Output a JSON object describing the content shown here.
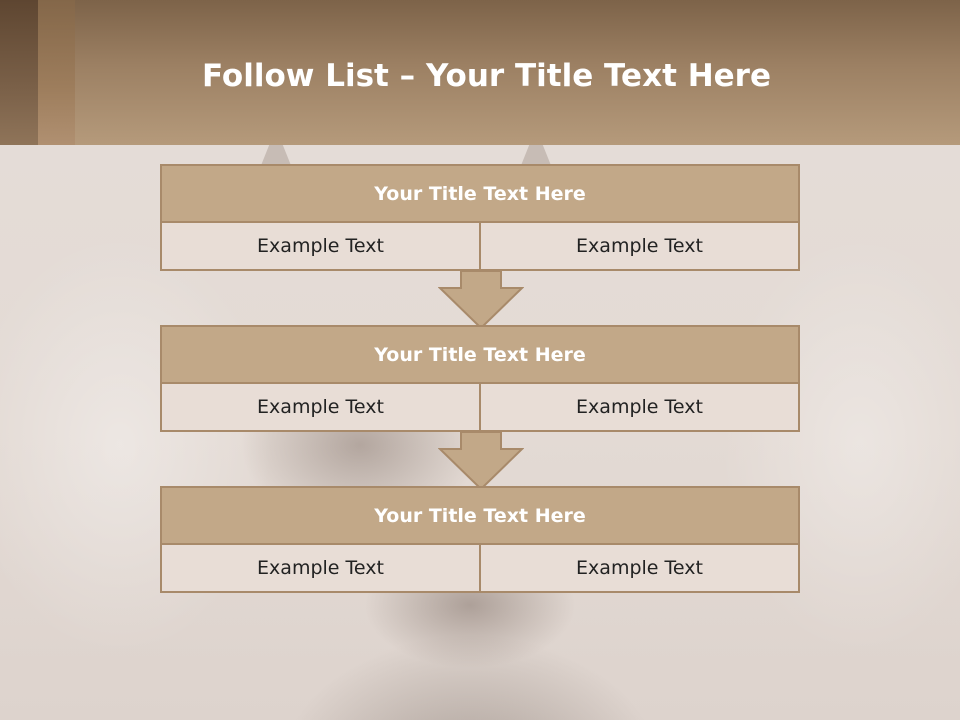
{
  "header": {
    "title_bold": "Follow List",
    "title_rest": " – Your Title Text Here"
  },
  "flow": [
    {
      "title": "Your Title Text Here",
      "cells": [
        "Example Text",
        "Example Text"
      ]
    },
    {
      "title": "Your Title Text Here",
      "cells": [
        "Example Text",
        "Example Text"
      ]
    },
    {
      "title": "Your Title Text Here",
      "cells": [
        "Example Text",
        "Example Text"
      ]
    }
  ],
  "colors": {
    "header": "#9c8063",
    "box_header": "#c2a888",
    "box_border": "#a88a6a",
    "box_body": "#e8ddd6"
  }
}
